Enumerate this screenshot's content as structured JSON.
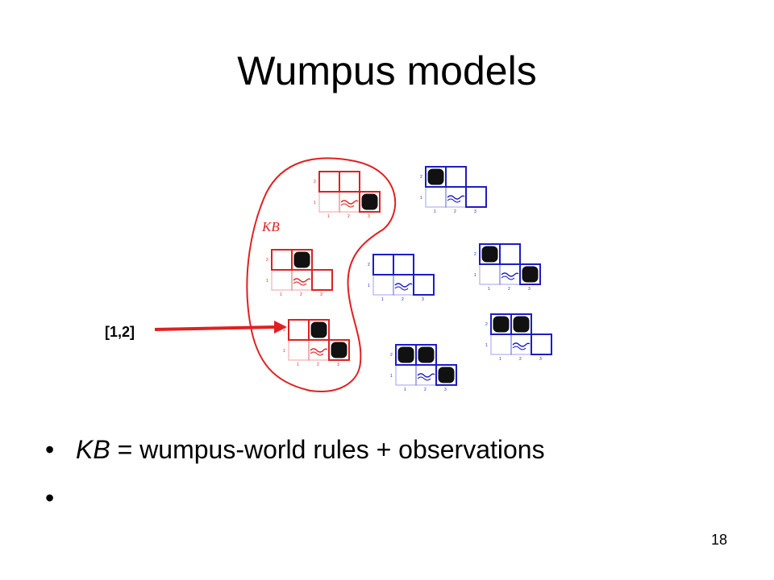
{
  "slide": {
    "title": "Wumpus models",
    "kb_label": "KB",
    "callout_label": "[1,2]",
    "page_number": "18",
    "pit_text": "PIT",
    "breeze_text": "Breeze",
    "col_labels": [
      "1",
      "2",
      "3"
    ],
    "row_labels": [
      "1",
      "2"
    ],
    "bullets": [
      {
        "marker": "•",
        "italic_prefix": "KB",
        "text": " = wumpus-world rules + observations"
      },
      {
        "marker": "•",
        "italic_prefix": "",
        "text": ""
      }
    ],
    "colors": {
      "kb_outline": "#e02020",
      "in_kb_model": "#e02020",
      "other_model": "#1c1cc8",
      "arrow": "#e02020"
    }
  }
}
